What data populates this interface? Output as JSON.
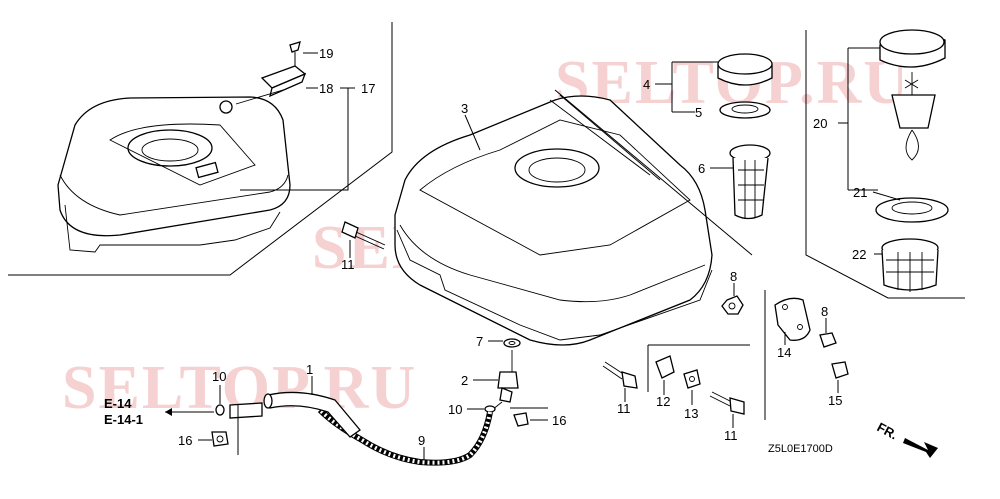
{
  "watermark": "SELTOP.RU",
  "diagram_code": "Z5L0E1700D",
  "direction_label": "FR.",
  "callouts": {
    "c1": "1",
    "c2": "2",
    "c3": "3",
    "c4": "4",
    "c5": "5",
    "c6": "6",
    "c7": "7",
    "c8a": "8",
    "c8b": "8",
    "c9": "9",
    "c10a": "10",
    "c10b": "10",
    "c11a": "11",
    "c11b": "11",
    "c11c": "11",
    "c12": "12",
    "c13": "13",
    "c14": "14",
    "c15": "15",
    "c16a": "16",
    "c16b": "16",
    "c17": "17",
    "c18": "18",
    "c19": "19",
    "c20": "20",
    "c21": "21",
    "c22": "22"
  },
  "refs": {
    "e14": "E-14",
    "e14_1": "E-14-1"
  }
}
